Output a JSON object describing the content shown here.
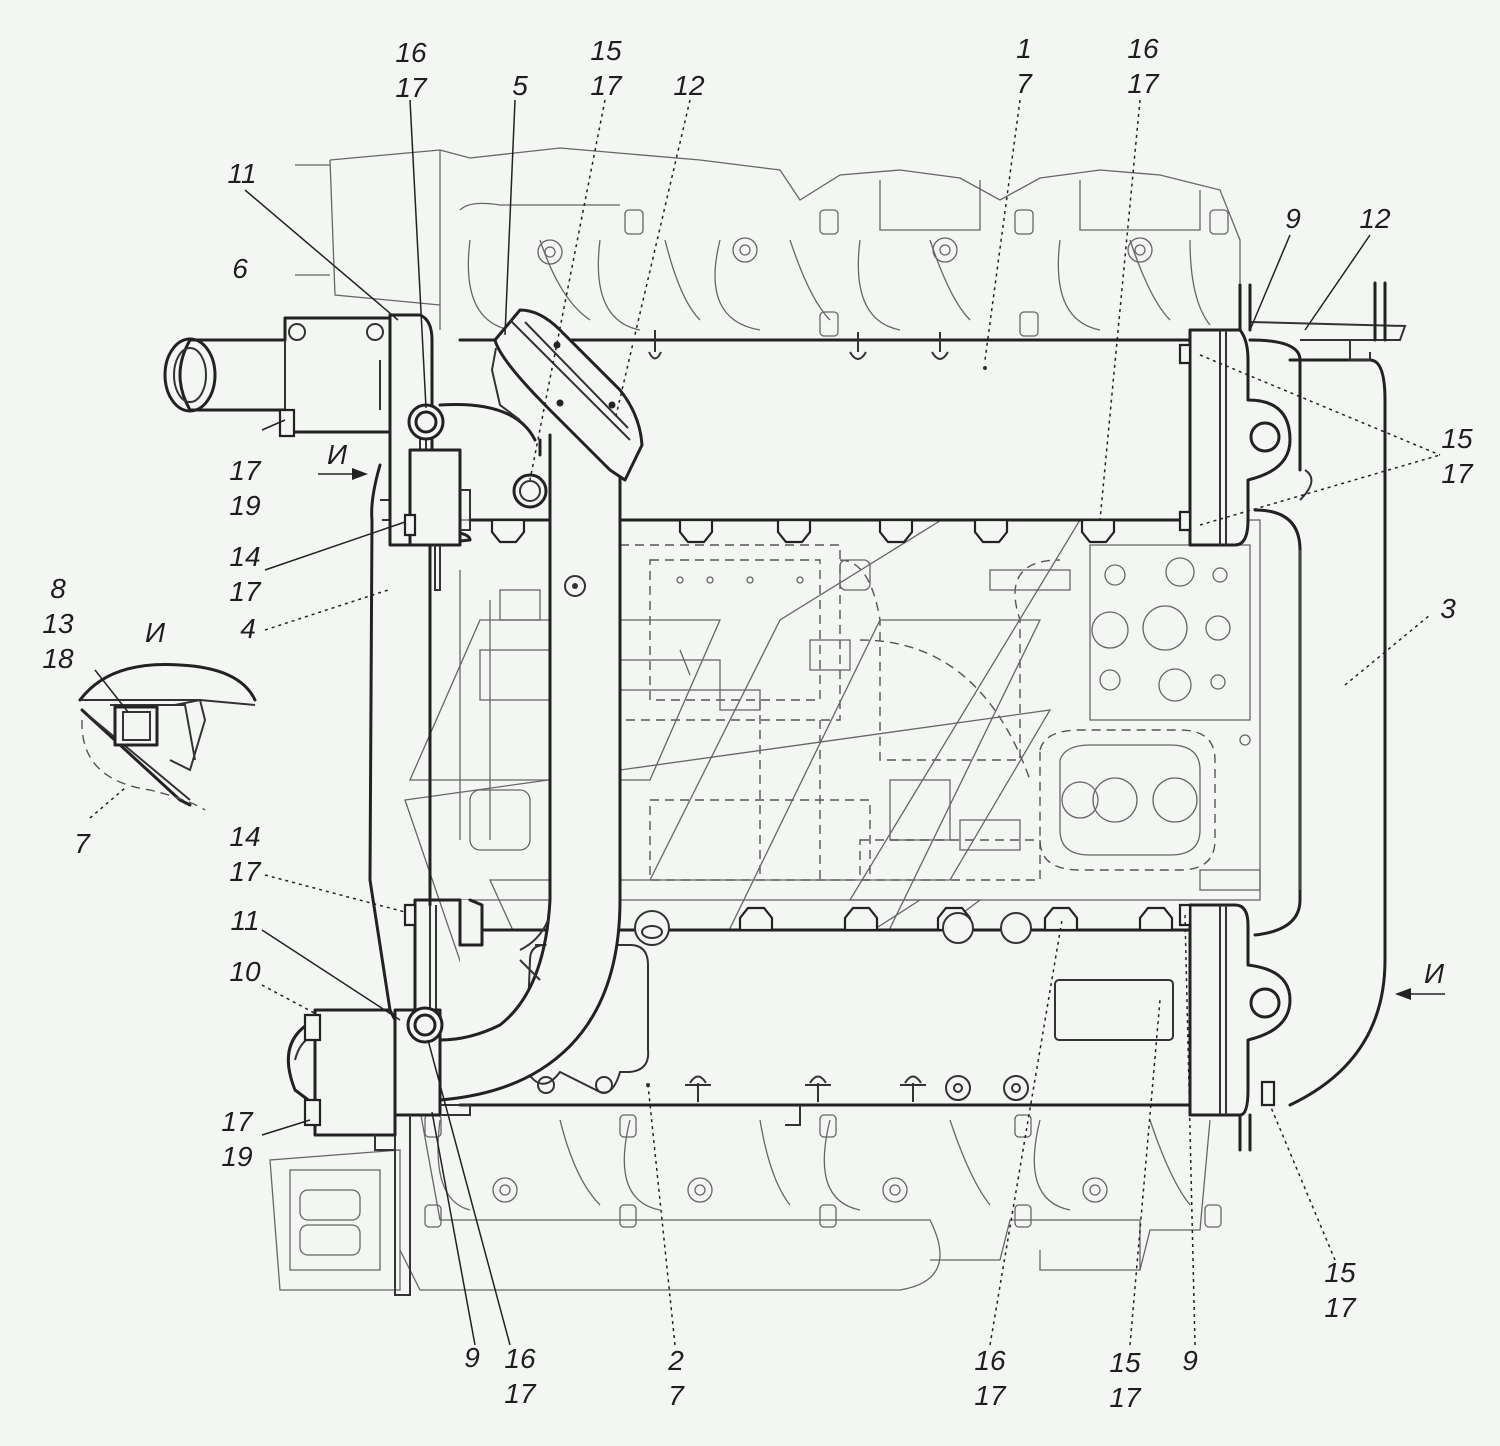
{
  "callouts": {
    "c16_17_top_left": [
      "16",
      "17"
    ],
    "c15_17_top": [
      "15",
      "17"
    ],
    "c5": "5",
    "c12_top": "12",
    "c1_7": [
      "1",
      "7"
    ],
    "c16_17_top_right": [
      "16",
      "17"
    ],
    "c11_top": "11",
    "c6": "6",
    "c9_top_right": "9",
    "c12_right": "12",
    "c15_17_right": [
      "15",
      "17"
    ],
    "c17_19_left": [
      "17",
      "19"
    ],
    "c14_17_upper": [
      "14",
      "17"
    ],
    "c4": "4",
    "c3": "3",
    "c8_13_18": [
      "8",
      "13",
      "18"
    ],
    "c7_inset": "7",
    "c14_17_lower": [
      "14",
      "17"
    ],
    "c11_lower": "11",
    "c10": "10",
    "c17_19_lower": [
      "17",
      "19"
    ],
    "c9_bottom_left": "9",
    "c16_17_bottom_left": [
      "16",
      "17"
    ],
    "c2_7": [
      "2",
      "7"
    ],
    "c16_17_bottom_right": [
      "16",
      "17"
    ],
    "c15_17_bottom_mid": [
      "15",
      "17"
    ],
    "c9_bottom_right": "9",
    "c15_17_bottom_right": [
      "15",
      "17"
    ]
  },
  "view_marks": {
    "view_left": "И",
    "view_inset_title": "И",
    "view_right": "И"
  },
  "colors": {
    "background": "#f3f6f3",
    "line": "#222222",
    "ghost_line": "#666666"
  }
}
